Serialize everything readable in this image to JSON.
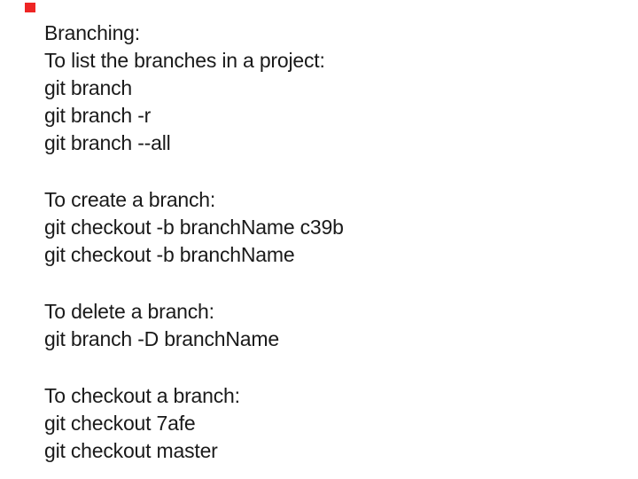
{
  "page": {
    "background_color": "#ffffff",
    "text_color": "#1a1a1a",
    "corner_marker_color": "#ee2524"
  },
  "slide": {
    "blocks": [
      {
        "lines": [
          "Branching:",
          "To list the branches in a project:",
          "git branch",
          "git branch -r",
          "git branch --all"
        ]
      },
      {
        "lines": [
          "To create a branch:",
          "git checkout -b branchName c39b",
          "git checkout -b branchName"
        ]
      },
      {
        "lines": [
          "To delete a branch:",
          "git branch -D branchName"
        ]
      },
      {
        "lines": [
          "To checkout a branch:",
          "git checkout 7afe",
          "git checkout master"
        ]
      }
    ]
  }
}
